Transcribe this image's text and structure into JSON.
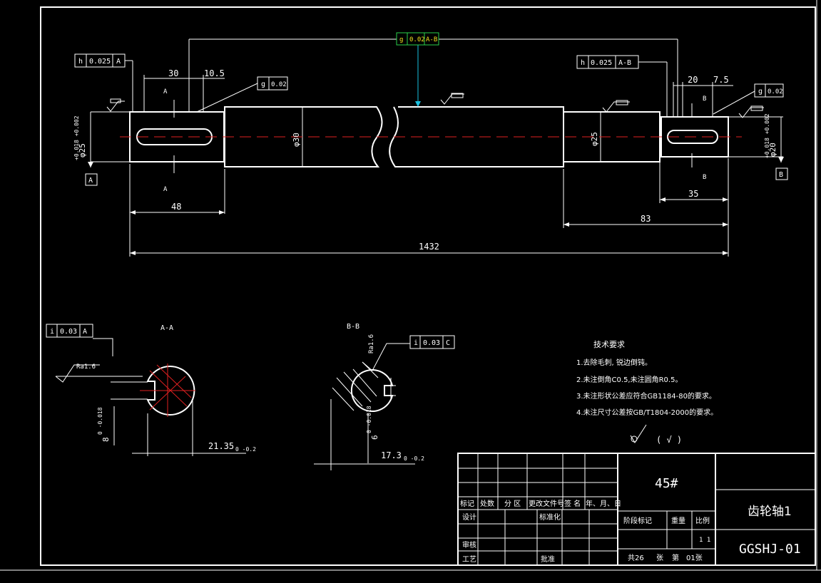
{
  "drawing": {
    "main_view": {
      "fcf_keys": {
        "left_runout": {
          "symbol": "h",
          "value": "0.025",
          "datum": "A"
        },
        "right_runout": {
          "symbol": "h",
          "value": "0.025",
          "datum": "A-B"
        },
        "left_keyway_sym": {
          "symbol": "g",
          "value": "0.02"
        },
        "right_keyway_sym": {
          "symbol": "g",
          "value": "0.02"
        },
        "center": {
          "symbol": "g",
          "value": "0.02",
          "datum": "A-B"
        }
      },
      "dims": {
        "d30_top": "30",
        "d10_5": "10.5",
        "d20": "20",
        "d7_5": "7.5",
        "d48": "48",
        "d35": "35",
        "d83": "83",
        "d1432": "1432",
        "dia_left": "φ25",
        "dia_left_tol": "+0.018 +0.002",
        "dia_mid": "φ30",
        "dia_mid2": "φ25",
        "dia_right": "φ20",
        "dia_right_tol": "+0.018 +0.002"
      },
      "section_marks": {
        "a": "A",
        "b": "B"
      },
      "datum_a": "A",
      "datum_b": "B"
    },
    "section_aa": {
      "title": "A-A",
      "fcf": {
        "symbol": "i",
        "value": "0.03",
        "datum": "A"
      },
      "roughness": "Ra1.6",
      "keyway_width": "8",
      "keyway_tol": "0 -0.018",
      "depth": "21.35",
      "depth_tol": "0 -0.2"
    },
    "section_bb": {
      "title": "B-B",
      "fcf": {
        "symbol": "i",
        "value": "0.03",
        "datum": "C"
      },
      "roughness": "Ra1.6",
      "keyway_width": "6",
      "keyway_tol": "0 -0.018",
      "depth": "17.3",
      "depth_tol": "0 -0.2"
    },
    "tech_req": {
      "title": "技术要求",
      "items": [
        "1.去除毛刺, 锐边倒钝。",
        "2.未注倒角C0.5,未注圆角R0.5。",
        "3.未注形状公差应符合GB1184-80的要求。",
        "4.未注尺寸公差按GB/T1804-2000的要求。"
      ],
      "roughness_note": "( √ )"
    },
    "title_block": {
      "material": "45#",
      "part_name": "齿轮轴1",
      "drawing_no": "GGSHJ-01",
      "header_cells": [
        "标记",
        "处数",
        "分 区",
        "更改文件号",
        "签 名",
        "年、月、日"
      ],
      "design": "设计",
      "standard": "标准化",
      "check": "审核",
      "process": "工艺",
      "approve": "批准",
      "stage_label": "阶段标记",
      "weight_label": "重量",
      "scale_label": "比例",
      "scale_value": "1 1",
      "sheet_total": "共26",
      "sheet_unit": "张",
      "sheet_no_label": "第",
      "sheet_no": "01张"
    }
  }
}
